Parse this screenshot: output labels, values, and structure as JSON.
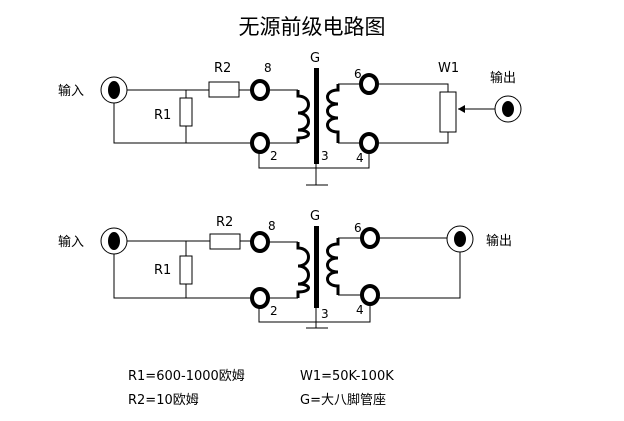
{
  "title": "无源前级电路图",
  "circuit1": {
    "input_label": "输入",
    "output_label": "输出",
    "r1_label": "R1",
    "r2_label": "R2",
    "w1_label": "W1",
    "g_label": "G",
    "pin8": "8",
    "pin2": "2",
    "pin6": "6",
    "pin4": "4",
    "pin3": "3"
  },
  "circuit2": {
    "input_label": "输入",
    "output_label": "输出",
    "r1_label": "R1",
    "r2_label": "R2",
    "g_label": "G",
    "pin8": "8",
    "pin2": "2",
    "pin6": "6",
    "pin4": "4",
    "pin3": "3"
  },
  "notes": {
    "r1": "R1=600-1000欧姆",
    "r2": "R2=10欧姆",
    "w1": "W1=50K-100K",
    "g": "G=大八脚管座"
  }
}
